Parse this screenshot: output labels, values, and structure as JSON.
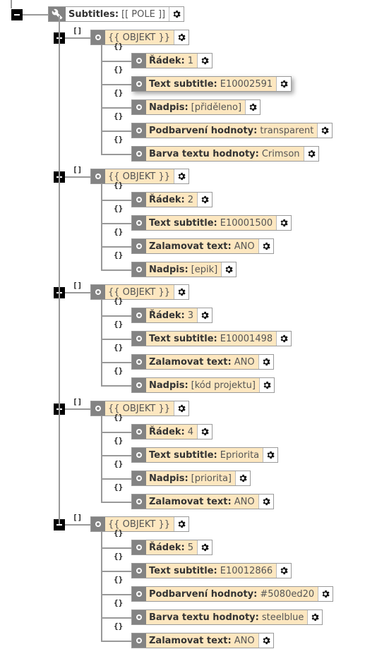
{
  "root": {
    "key": "Subtitles:",
    "value": "[[ POLE ]]"
  },
  "bracket_obj": "[]",
  "bracket_prop": "{}",
  "objects": [
    {
      "label": "{{ OBJEKT }}",
      "props": [
        {
          "key": "Řádek:",
          "value": "1"
        },
        {
          "key": "Text subtitle:",
          "value": "E10002591"
        },
        {
          "key": "Nadpis:",
          "value": "[přiděleno]"
        },
        {
          "key": "Podbarvení hodnoty:",
          "value": "transparent"
        },
        {
          "key": "Barva textu hodnoty:",
          "value": "Crimson"
        }
      ]
    },
    {
      "label": "{{ OBJEKT }}",
      "props": [
        {
          "key": "Řádek:",
          "value": "2"
        },
        {
          "key": "Text subtitle:",
          "value": "E10001500"
        },
        {
          "key": "Zalamovat text:",
          "value": "ANO"
        },
        {
          "key": "Nadpis:",
          "value": "[epik]"
        }
      ]
    },
    {
      "label": "{{ OBJEKT }}",
      "props": [
        {
          "key": "Řádek:",
          "value": "3"
        },
        {
          "key": "Text subtitle:",
          "value": "E10001498"
        },
        {
          "key": "Zalamovat text:",
          "value": "ANO"
        },
        {
          "key": "Nadpis:",
          "value": "[kód projektu]"
        }
      ]
    },
    {
      "label": "{{ OBJEKT }}",
      "props": [
        {
          "key": "Řádek:",
          "value": "4"
        },
        {
          "key": "Text subtitle:",
          "value": "Epriorita"
        },
        {
          "key": "Nadpis:",
          "value": "[priorita]"
        },
        {
          "key": "Zalamovat text:",
          "value": "ANO"
        }
      ]
    },
    {
      "label": "{{ OBJEKT }}",
      "props": [
        {
          "key": "Řádek:",
          "value": "5"
        },
        {
          "key": "Text subtitle:",
          "value": "E10012866"
        },
        {
          "key": "Podbarvení hodnoty:",
          "value": "#5080ed20"
        },
        {
          "key": "Barva textu hodnoty:",
          "value": "steelblue"
        },
        {
          "key": "Zalamovat text:",
          "value": "ANO"
        }
      ]
    }
  ],
  "icons": {
    "root": "wrench-icon",
    "node": "circle-dot-icon",
    "settings": "gear-icon",
    "collapse": "minus-icon"
  }
}
